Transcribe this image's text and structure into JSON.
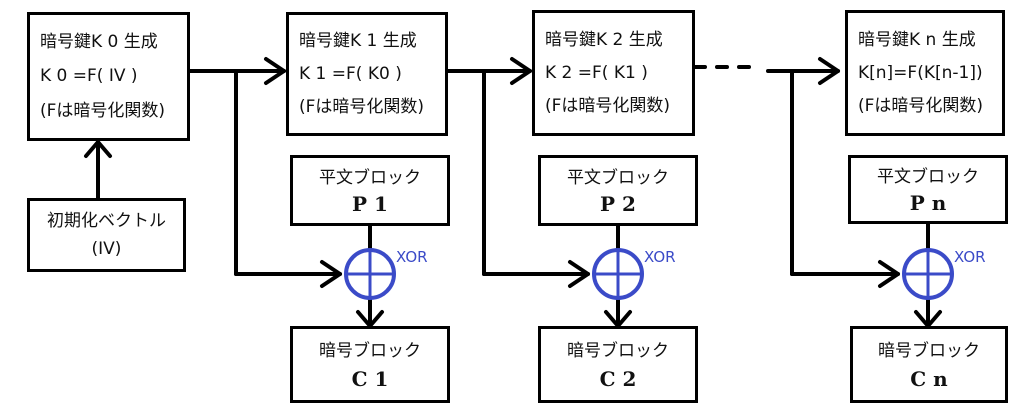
{
  "key_blocks": [
    {
      "title": "暗号鍵K 0 生成",
      "formula": "K 0 =F( IV )",
      "note": "(Fは暗号化関数)"
    },
    {
      "title": "暗号鍵K 1 生成",
      "formula": "K 1 =F( K0 )",
      "note": "(Fは暗号化関数)"
    },
    {
      "title": "暗号鍵K 2 生成",
      "formula": "K 2 =F( K1 )",
      "note": "(Fは暗号化関数)"
    },
    {
      "title": "暗号鍵K n 生成",
      "formula": "K[n]=F(K[n-1])",
      "note": "(Fは暗号化関数)"
    }
  ],
  "iv_block": {
    "title": "初期化ベクトル",
    "abbr": "(IV)"
  },
  "plaintext_blocks": [
    {
      "title": "平文ブロック",
      "label": "P 1"
    },
    {
      "title": "平文ブロック",
      "label": "P 2"
    },
    {
      "title": "平文ブロック",
      "label": "P n"
    }
  ],
  "ciphertext_blocks": [
    {
      "title": "暗号ブロック",
      "label": "C 1"
    },
    {
      "title": "暗号ブロック",
      "label": "C 2"
    },
    {
      "title": "暗号ブロック",
      "label": "C n"
    }
  ],
  "xor_label": "XOR",
  "colors": {
    "xor": "#3b4bc8",
    "line": "#000000"
  }
}
